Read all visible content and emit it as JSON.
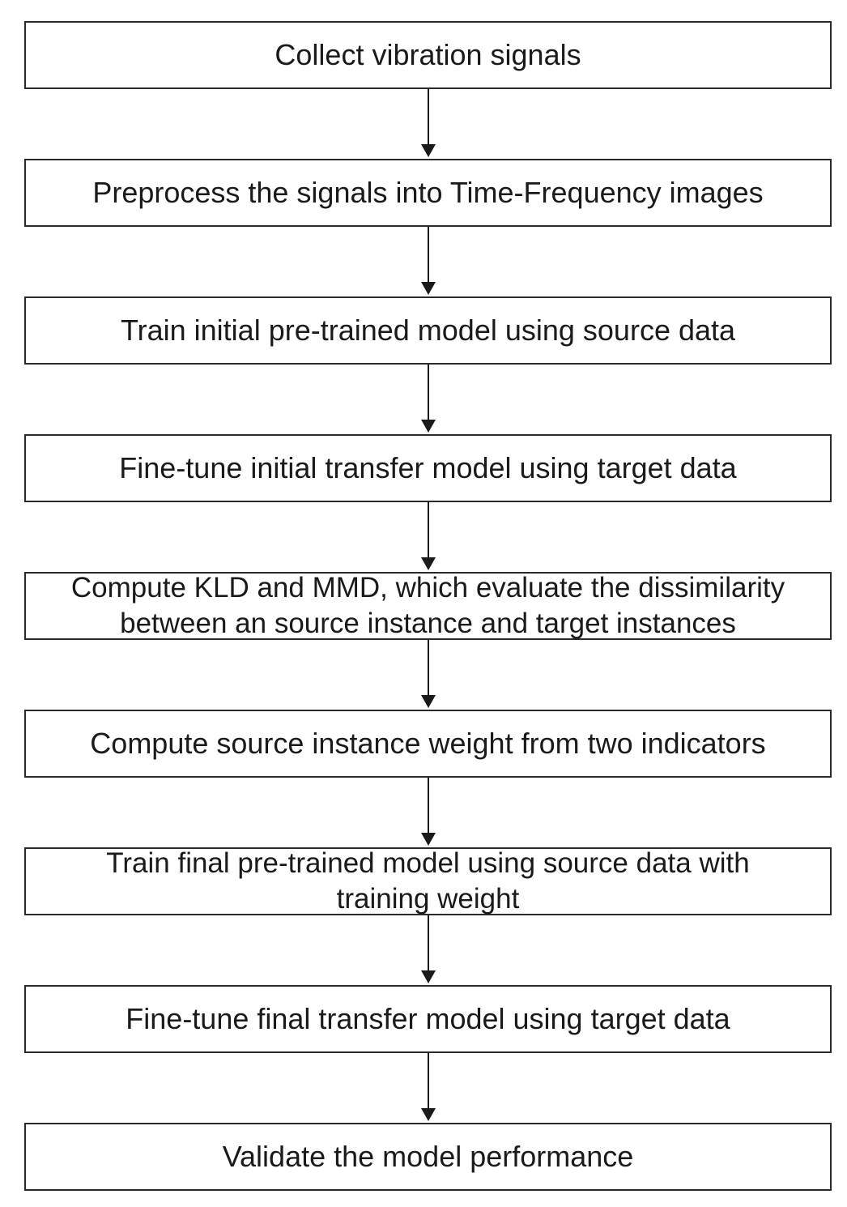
{
  "flowchart": {
    "steps": [
      {
        "label": "Collect vibration signals"
      },
      {
        "label": "Preprocess the signals into Time-Frequency images"
      },
      {
        "label": "Train initial pre-trained model using source data"
      },
      {
        "label": "Fine-tune initial transfer model using target data"
      },
      {
        "label": "Compute KLD and MMD, which evaluate the dissimilarity\nbetween an source instance and target instances"
      },
      {
        "label": "Compute source instance weight from two indicators"
      },
      {
        "label": "Train final pre-trained model using source data with\ntraining weight"
      },
      {
        "label": "Fine-tune final transfer model using target data"
      },
      {
        "label": "Validate the model performance"
      }
    ]
  }
}
